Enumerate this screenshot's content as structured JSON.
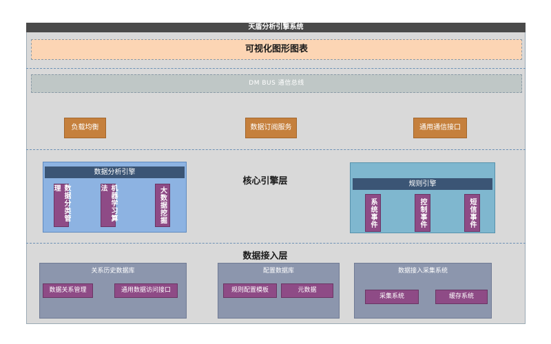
{
  "title": "天盾分析引擎系统",
  "visualization": "可视化图形图表",
  "bus": "DM BUS 通信总线",
  "services": [
    "负载均衡",
    "数据订阅服务",
    "通用通信接口"
  ],
  "core_layer": {
    "label": "核心引擎层",
    "analysis_engine": {
      "title": "数据分析引擎",
      "items": [
        "数据分类管理",
        "机器学习算法",
        "大数据挖掘"
      ]
    },
    "rule_engine": {
      "title": "规则引擎",
      "items": [
        "系统事件",
        "控制事件",
        "短信事件"
      ]
    }
  },
  "data_layer": {
    "label": "数据接入层",
    "relational_db": {
      "title": "关系历史数据库",
      "items": [
        "数据关系管理",
        "通用数据访问接口"
      ]
    },
    "config_db": {
      "title": "配置数据库",
      "items": [
        "规则配置模板",
        "元数据"
      ]
    },
    "collection_system": {
      "title": "数据接入采集系统",
      "items": [
        "采集系统",
        "缓存系统"
      ]
    }
  },
  "colors": {
    "title_bar": "#4a4a4a",
    "visualization": "#fcd5b4",
    "bus": "#bfc7c6",
    "service_box": "#c5803d",
    "analysis_engine": "#8db3e2",
    "rule_engine": "#7fb7cf",
    "engine_header": "#3b5575",
    "engine_item": "#8e4b86",
    "data_box": "#8c96ad"
  }
}
